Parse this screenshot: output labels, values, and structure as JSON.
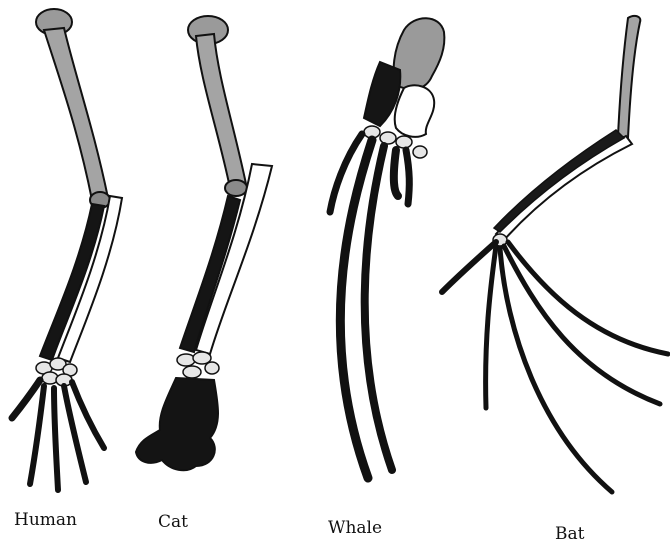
{
  "limbs": [
    {
      "id": "human",
      "label": "Human"
    },
    {
      "id": "cat",
      "label": "Cat"
    },
    {
      "id": "whale",
      "label": "Whale"
    },
    {
      "id": "bat",
      "label": "Bat"
    }
  ],
  "colors": {
    "humerus": "#9a9a9a",
    "bone_outline": "#111111",
    "dark_bone": "#141414",
    "light_bone": "#ffffff",
    "background": "#ffffff"
  }
}
